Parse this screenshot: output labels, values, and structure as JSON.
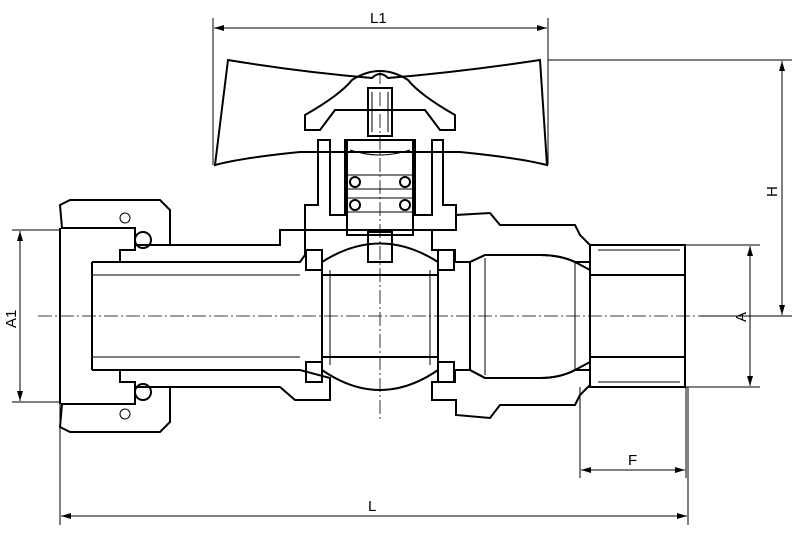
{
  "dimensions": {
    "L1": "L1",
    "H": "H",
    "A1": "A1",
    "A": "A",
    "F": "F",
    "L": "L"
  }
}
